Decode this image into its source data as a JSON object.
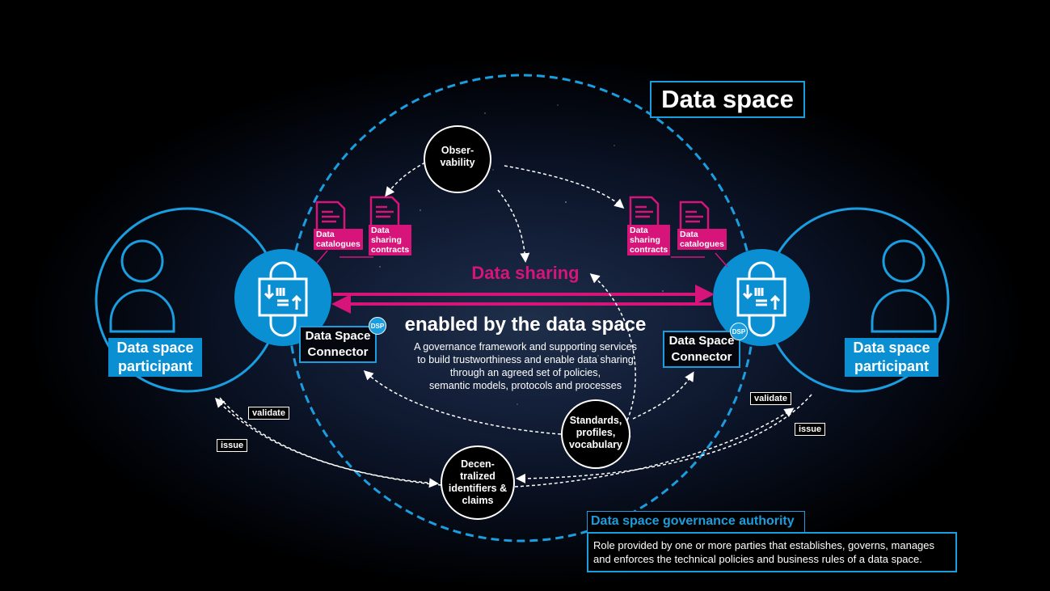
{
  "title": "Data space",
  "participants": {
    "left": "Data space\nparticipant",
    "right": "Data space\nparticipant"
  },
  "connector": {
    "left": "Data Space\nConnector",
    "right": "Data Space\nConnector",
    "badge": "DSP"
  },
  "sharing": {
    "headline": "Data sharing",
    "subheadline": "enabled by the data space",
    "description": "A governance framework and supporting services\nto build trustworthiness and enable data sharing\nthrough an agreed set of policies,\nsemantic models, protocols and processes"
  },
  "documents": {
    "left_catalogues": "Data\ncatalogues",
    "left_contracts": "Data\nsharing\ncontracts",
    "right_contracts": "Data\nsharing\ncontracts",
    "right_catalogues": "Data\ncatalogues"
  },
  "services": {
    "observability": "Obser-\nvability",
    "standards": "Standards,\nprofiles,\nvocabulary",
    "identifiers": "Decen-\ntralized\nidentifiers &\nclaims"
  },
  "claim_labels": {
    "left_validate": "validate",
    "left_issue": "issue",
    "right_validate": "validate",
    "right_issue": "issue"
  },
  "governance": {
    "title": "Data space governance authority",
    "description": "Role provided by one or more parties that establishes, governs, manages\nand enforces the technical policies and business rules of a data space."
  },
  "colors": {
    "accent_blue": "#1a9ee0",
    "accent_magenta": "#d6147a"
  }
}
